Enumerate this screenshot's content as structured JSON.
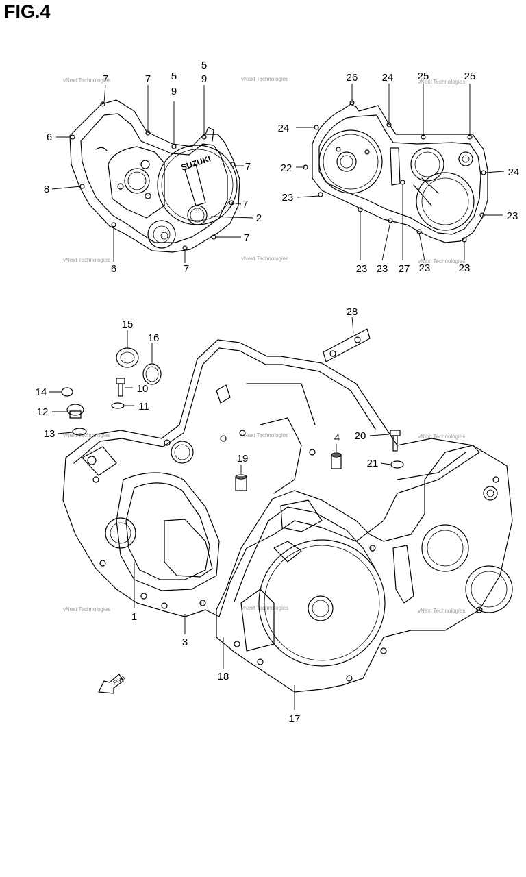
{
  "title": "FIG.4",
  "watermark": "vNext Technologies",
  "labels": {
    "l_7a": "7",
    "l_7b": "7",
    "l_5a": "5",
    "l_9a": "9",
    "l_5b": "5",
    "l_9b": "9",
    "l_6a": "6",
    "l_8": "8",
    "l_7c": "7",
    "l_7d": "7",
    "l_2": "2",
    "l_7e": "7",
    "l_6b": "6",
    "l_7f": "7",
    "l_26": "26",
    "l_24a": "24",
    "l_25a": "25",
    "l_25b": "25",
    "l_24b": "24",
    "l_22": "22",
    "l_24c": "24",
    "l_23a": "23",
    "l_23b": "23",
    "l_23c": "23",
    "l_23d": "23",
    "l_27": "27",
    "l_23e": "23",
    "l_23f": "23",
    "l_28": "28",
    "l_15": "15",
    "l_16": "16",
    "l_14": "14",
    "l_10": "10",
    "l_12": "12",
    "l_11": "11",
    "l_13": "13",
    "l_4": "4",
    "l_20": "20",
    "l_19": "19",
    "l_21": "21",
    "l_1": "1",
    "l_3": "3",
    "l_18": "18",
    "l_17": "17"
  },
  "fwd_text": "FWD",
  "cover_logo": "SUZUKI"
}
